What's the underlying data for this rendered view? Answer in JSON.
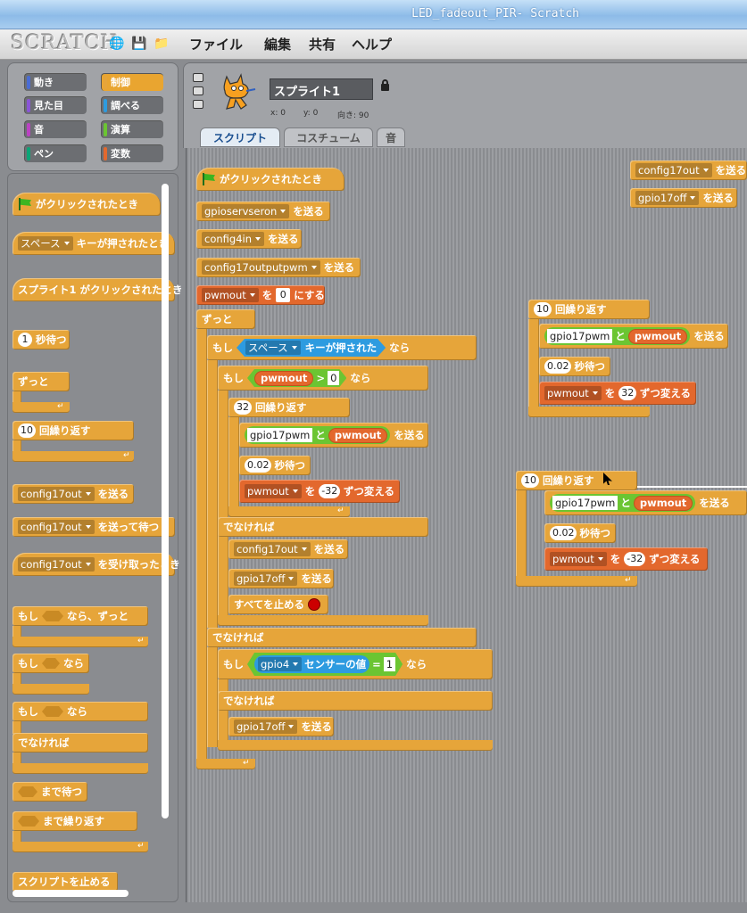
{
  "window": {
    "title": "LED_fadeout_PIR- Scratch"
  },
  "menubar": {
    "logo": "SCRATCH",
    "items": [
      "ファイル",
      "編集",
      "共有",
      "ヘルプ"
    ]
  },
  "categories": [
    {
      "label": "動き",
      "color": "#4a6cd4"
    },
    {
      "label": "制御",
      "color": "#e6a53a"
    },
    {
      "label": "見た目",
      "color": "#8a55d7"
    },
    {
      "label": "調べる",
      "color": "#2d9be0"
    },
    {
      "label": "音",
      "color": "#bb42c3"
    },
    {
      "label": "演算",
      "color": "#6bc532"
    },
    {
      "label": "ペン",
      "color": "#0ca577"
    },
    {
      "label": "変数",
      "color": "#e3682d"
    }
  ],
  "sprite": {
    "name": "スプライト1",
    "x": "x: 0",
    "y": "y: 0",
    "dir": "向き: 90"
  },
  "tabs": [
    "スクリプト",
    "コスチューム",
    "音"
  ],
  "palette": {
    "flag_hat": "がクリックされたとき",
    "key_dd": "スペース",
    "key_hat": "キーが押されたとき",
    "sprite_hat_name": "スプライト1",
    "sprite_hat": "がクリックされたとき",
    "wait_num": "1",
    "wait": "秒待つ",
    "forever": "ずっと",
    "repeat_num": "10",
    "repeat": "回繰り返す",
    "bcast_dd": "config17out",
    "bcast": "を送る",
    "bcastwait_dd": "config17out",
    "bcastwait": "を送って待つ",
    "recv_dd": "config17out",
    "recv": "を受け取ったとき",
    "if_forever_a": "もし",
    "if_forever_b": "なら、ずっと",
    "if_a": "もし",
    "if_b": "なら",
    "ifelse_a": "もし",
    "ifelse_b": "なら",
    "else": "でなければ",
    "waituntil": "まで待つ",
    "repeatuntil": "まで繰り返す",
    "stopscript": "スクリプトを止める"
  },
  "script": {
    "hat": "がクリックされたとき",
    "b1_dd": "gpioservseron",
    "b1": "を送る",
    "b2_dd": "config4in",
    "b2": "を送る",
    "b3_dd": "config17outputpwm",
    "b3": "を送る",
    "b4_dd": "pwmout",
    "b4_a": "を",
    "b4_num": "0",
    "b4_b": "にする",
    "forever": "ずっと",
    "if1_a": "もし",
    "if1_key": "スペース",
    "if1_b": "キーが押された",
    "if1_c": "なら",
    "if2_a": "もし",
    "if2_var": "pwmout",
    "if2_op": ">",
    "if2_num": "0",
    "if2_c": "なら",
    "rep_num": "32",
    "rep": "回繰り返す",
    "send_pin": "gpio17pwm",
    "send_and": "と",
    "send_var": "pwmout",
    "send": "を送る",
    "wait_num": "0.02",
    "wait": "秒待つ",
    "chg_dd": "pwmout",
    "chg_a": "を",
    "chg_num": "-32",
    "chg_b": "ずつ変える",
    "else1": "でなければ",
    "e1_dd": "config17out",
    "e1": "を送る",
    "e2_dd": "gpio17off",
    "e2": "を送る",
    "stopall": "すべてを止める",
    "else2": "でなければ",
    "if3_a": "もし",
    "if3_sensor": "gpio4",
    "if3_b": "センサーの値",
    "if3_op": "=",
    "if3_num": "1",
    "if3_c": "なら",
    "else3": "でなければ",
    "e3_dd": "gpio17off",
    "e3": "を送る"
  },
  "floating": {
    "top1_dd": "config17out",
    "top1": "を送る",
    "top2_dd": "gpio17off",
    "top2": "を送る",
    "s1_num": "10",
    "s1": "回繰り返す",
    "s1_pin": "gpio17pwm",
    "s1_and": "と",
    "s1_var": "pwmout",
    "s1_send": "を送る",
    "s1_wait_num": "0.02",
    "s1_wait": "秒待つ",
    "s1_chg_dd": "pwmout",
    "s1_chg_a": "を",
    "s1_chg_num": "32",
    "s1_chg_b": "ずつ変える",
    "s2_num": "10",
    "s2": "回繰り返す",
    "s2_pin": "gpio17pwm",
    "s2_and": "と",
    "s2_var": "pwmout",
    "s2_send": "を送る",
    "s2_wait_num": "0.02",
    "s2_wait": "秒待つ",
    "s2_chg_dd": "pwmout",
    "s2_chg_a": "を",
    "s2_chg_num": "-32",
    "s2_chg_b": "ずつ変える"
  }
}
